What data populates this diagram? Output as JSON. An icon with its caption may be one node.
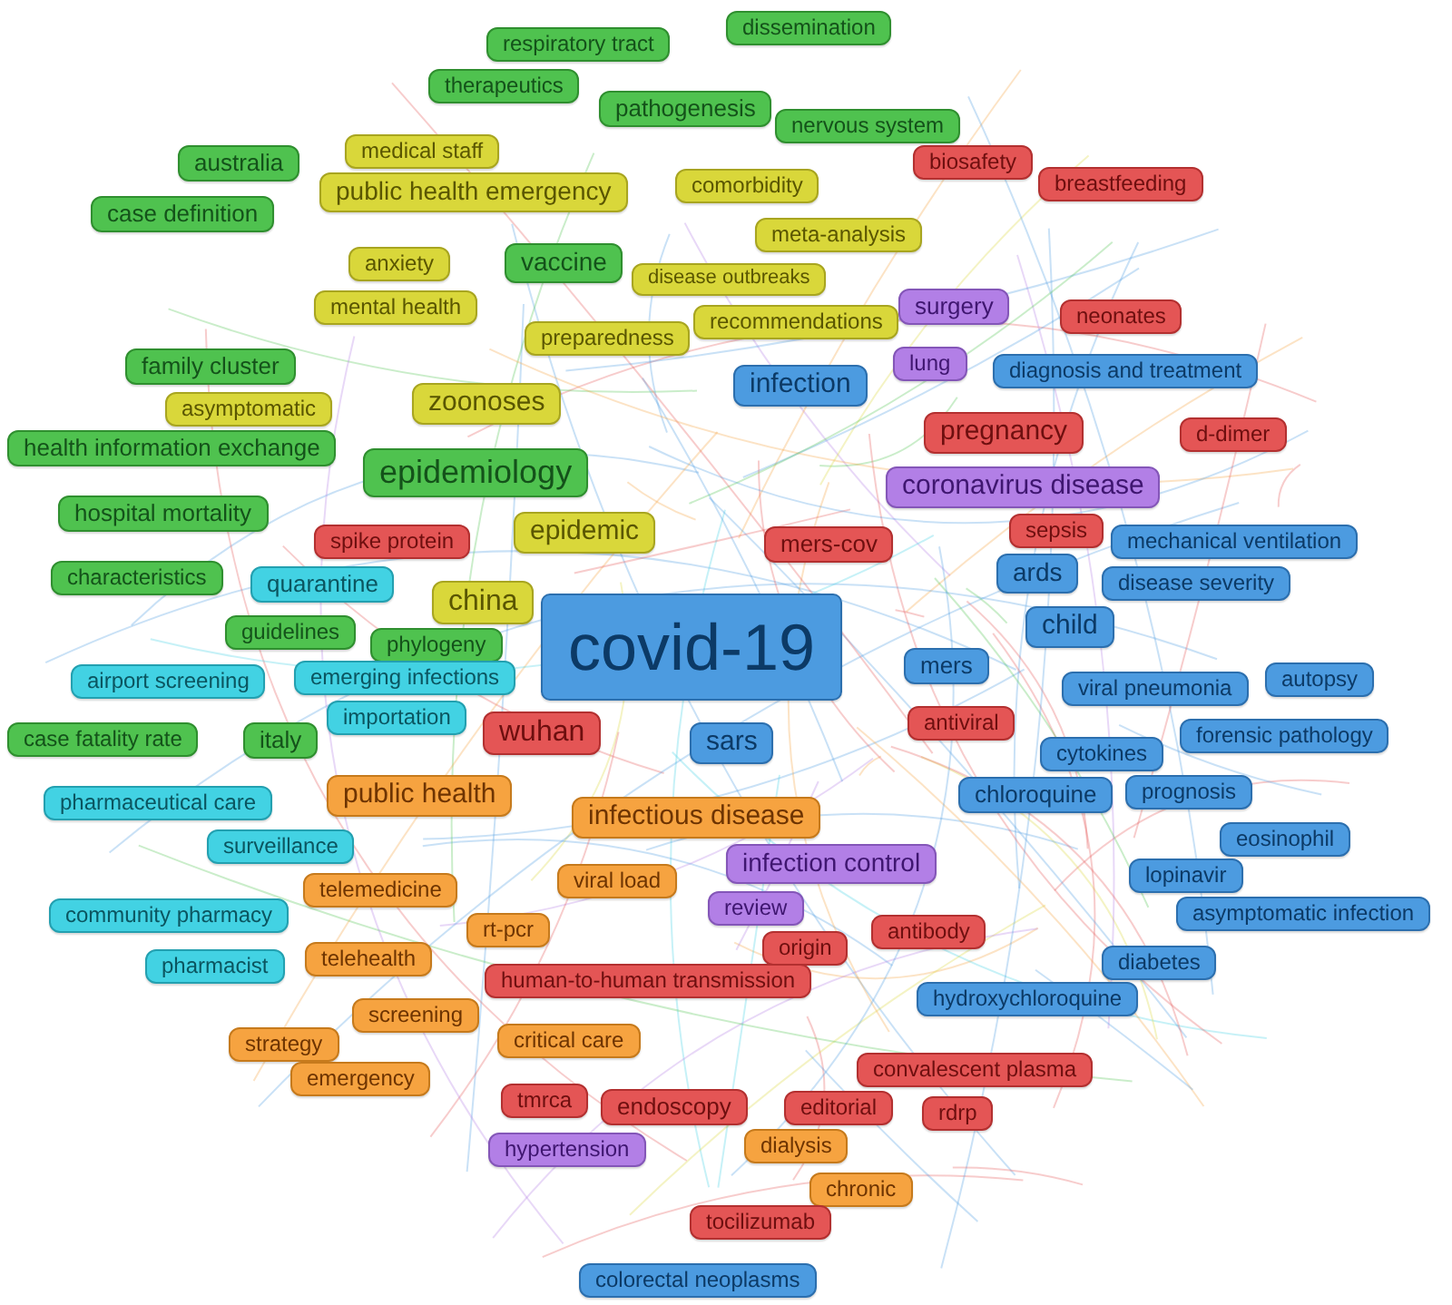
{
  "diagram": {
    "nodes": [
      {
        "text": [
          "dissemination"
        ]
      },
      {
        "text": [
          "respiratory tract"
        ]
      },
      {
        "text": [
          "therapeutics"
        ]
      },
      {
        "text": [
          "pathogenesis"
        ]
      },
      {
        "text": [
          "nervous system"
        ]
      },
      {
        "text": [
          "medical staff"
        ]
      },
      {
        "text": [
          "australia"
        ]
      },
      {
        "text": [
          "biosafety"
        ]
      },
      {
        "text": [
          "breastfeeding"
        ]
      },
      {
        "text": [
          "comorbidity"
        ]
      },
      {
        "text": [
          "public health emergency"
        ]
      },
      {
        "text": [
          "case definition"
        ]
      },
      {
        "text": [
          "meta-analysis"
        ]
      },
      {
        "text": [
          "vaccine"
        ]
      },
      {
        "text": [
          "anxiety"
        ]
      },
      {
        "text": [
          "disease outbreaks"
        ]
      },
      {
        "text": [
          "surgery"
        ]
      },
      {
        "text": [
          "mental health"
        ]
      },
      {
        "text": [
          "neonates"
        ]
      },
      {
        "text": [
          "recommendations"
        ]
      },
      {
        "text": [
          "preparedness"
        ]
      },
      {
        "text": [
          "lung"
        ]
      },
      {
        "text": [
          "family cluster"
        ]
      },
      {
        "text": [
          "diagnosis and treatment"
        ]
      },
      {
        "text": [
          "infection"
        ]
      },
      {
        "text": [
          "zoonoses"
        ]
      },
      {
        "text": [
          "asymptomatic"
        ]
      },
      {
        "text": [
          "pregnancy"
        ]
      },
      {
        "text": [
          "d-dimer"
        ]
      },
      {
        "text": [
          "health information exchange"
        ]
      },
      {
        "text": [
          "epidemiology"
        ]
      },
      {
        "text": [
          "coronavirus disease"
        ]
      },
      {
        "text": [
          "hospital mortality"
        ]
      },
      {
        "text": [
          "epidemic"
        ]
      },
      {
        "text": [
          "sepsis"
        ]
      },
      {
        "text": [
          "spike protein"
        ]
      },
      {
        "text": [
          "mers-cov"
        ]
      },
      {
        "text": [
          "mechanical ventilation"
        ]
      },
      {
        "text": [
          "ards"
        ]
      },
      {
        "text": [
          "characteristics"
        ]
      },
      {
        "text": [
          "quarantine"
        ]
      },
      {
        "text": [
          "disease severity"
        ]
      },
      {
        "text": [
          "china"
        ]
      },
      {
        "text": [
          "covid-19"
        ]
      },
      {
        "text": [
          "child"
        ]
      },
      {
        "text": [
          "guidelines"
        ]
      },
      {
        "text": [
          "phylogeny"
        ]
      },
      {
        "text": [
          "mers"
        ]
      },
      {
        "text": [
          "emerging infections"
        ]
      },
      {
        "text": [
          "airport screening"
        ]
      },
      {
        "text": [
          "autopsy"
        ]
      },
      {
        "text": [
          "viral pneumonia"
        ]
      },
      {
        "text": [
          "importation"
        ]
      },
      {
        "text": [
          "antiviral"
        ]
      },
      {
        "text": [
          "wuhan"
        ]
      },
      {
        "text": [
          "case fatality rate"
        ]
      },
      {
        "text": [
          "italy"
        ]
      },
      {
        "text": [
          "forensic pathology"
        ]
      },
      {
        "text": [
          "sars"
        ]
      },
      {
        "text": [
          "cytokines"
        ]
      },
      {
        "text": [
          "public health"
        ]
      },
      {
        "text": [
          "prognosis"
        ]
      },
      {
        "text": [
          "chloroquine"
        ]
      },
      {
        "text": [
          "pharmaceutical care"
        ]
      },
      {
        "text": [
          "infectious disease"
        ]
      },
      {
        "text": [
          "eosinophil"
        ]
      },
      {
        "text": [
          "surveillance"
        ]
      },
      {
        "text": [
          "infection control"
        ]
      },
      {
        "text": [
          "lopinavir"
        ]
      },
      {
        "text": [
          "viral load"
        ]
      },
      {
        "text": [
          "telemedicine"
        ]
      },
      {
        "text": [
          "review"
        ]
      },
      {
        "text": [
          "asymptomatic infection"
        ]
      },
      {
        "text": [
          "community pharmacy"
        ]
      },
      {
        "text": [
          "rt-pcr"
        ]
      },
      {
        "text": [
          "antibody"
        ]
      },
      {
        "text": [
          "origin"
        ]
      },
      {
        "text": [
          "telehealth"
        ]
      },
      {
        "text": [
          "diabetes"
        ]
      },
      {
        "text": [
          "pharmacist"
        ]
      },
      {
        "text": [
          "human-to-human transmission"
        ]
      },
      {
        "text": [
          "hydroxychloroquine"
        ]
      },
      {
        "text": [
          "screening"
        ]
      },
      {
        "text": [
          "critical care"
        ]
      },
      {
        "text": [
          "strategy"
        ]
      },
      {
        "text": [
          "convalescent plasma"
        ]
      },
      {
        "text": [
          "emergency"
        ]
      },
      {
        "text": [
          "tmrca"
        ]
      },
      {
        "text": [
          "endoscopy"
        ]
      },
      {
        "text": [
          "editorial"
        ]
      },
      {
        "text": [
          "rdrp"
        ]
      },
      {
        "text": [
          "hypertension"
        ]
      },
      {
        "text": [
          "dialysis"
        ]
      },
      {
        "text": [
          "chronic"
        ]
      },
      {
        "text": [
          "tocilizumab"
        ]
      },
      {
        "text": [
          "colorectal neoplasms"
        ]
      }
    ]
  }
}
